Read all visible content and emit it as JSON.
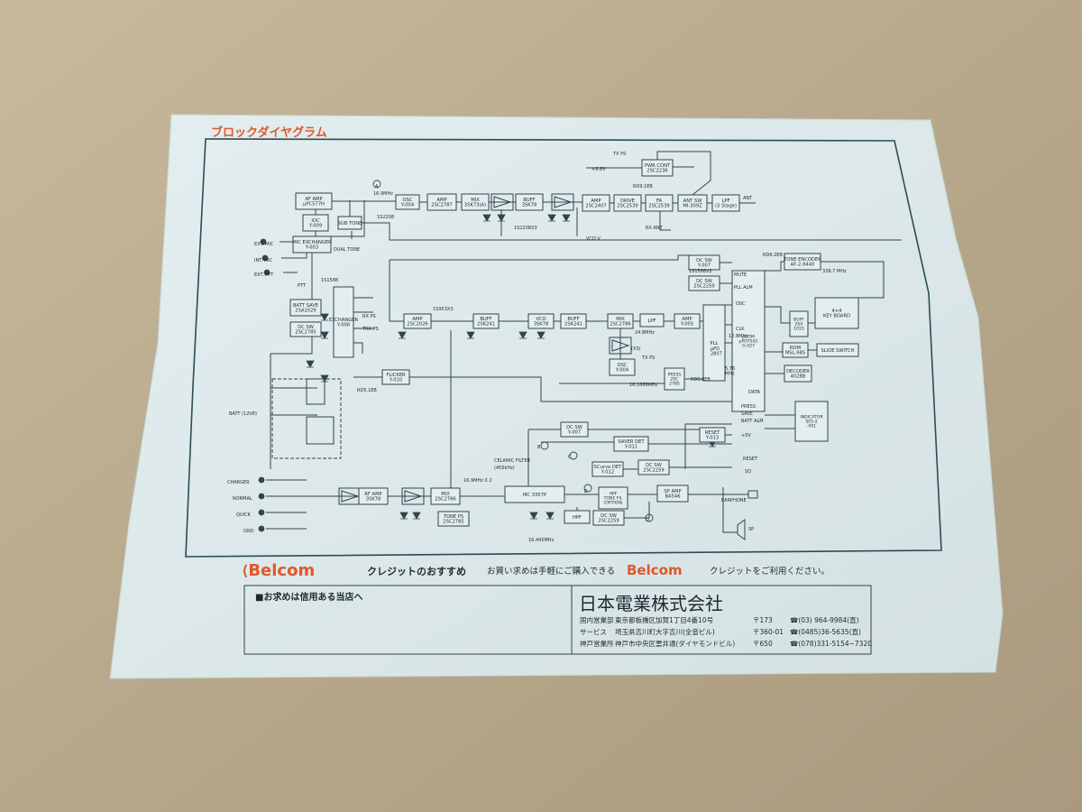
{
  "colors": {
    "background": "#b8a98f",
    "paper": "#dce8ea",
    "line": "#34434a",
    "accent": "#e0572a"
  },
  "title": "ブロックダイヤグラム",
  "blocks": [
    {
      "id": "af_amp",
      "label": "AF AMP\nμPC577H"
    },
    {
      "id": "osc_top",
      "label": "OSC\nY-004"
    },
    {
      "id": "amp_top",
      "label": "AMP\n2SC2787"
    },
    {
      "id": "mix_top",
      "label": "MIX\n3SK73(A)"
    },
    {
      "id": "buff_top",
      "label": "BUFF\n3SK78"
    },
    {
      "id": "amp2_top",
      "label": "AMP\n2SC2407"
    },
    {
      "id": "drive",
      "label": "DRIVE\n2SC2539"
    },
    {
      "id": "fa",
      "label": "FA\n2SC2539"
    },
    {
      "id": "ant_sw",
      "label": "ANT SW\nMI-309Z"
    },
    {
      "id": "lpf_top",
      "label": "LPF\n(3 Stage)"
    },
    {
      "id": "pwr_cont",
      "label": "PWR CONT\n2SC2236"
    },
    {
      "id": "idc",
      "label": "IDC\nY-009"
    },
    {
      "id": "sub_tone",
      "label": "SUB TONE"
    },
    {
      "id": "mic_exchanger",
      "label": "MIC EXCHANGER\nY-003"
    },
    {
      "id": "batt_save",
      "label": "BATT SAVE\n2SA1029"
    },
    {
      "id": "dc_sw_batt",
      "label": "DC SW\n2SC2785"
    },
    {
      "id": "exchanger",
      "label": "EXCHANGER\nY-006"
    },
    {
      "id": "amp_rx1",
      "label": "AMP\n2SC2026"
    },
    {
      "id": "buff_rx1",
      "label": "BUFF\n2SK241"
    },
    {
      "id": "vco",
      "label": "VCO\n3SK78"
    },
    {
      "id": "buff_rx2",
      "label": "BUFF\n2SK241"
    },
    {
      "id": "mix_rx",
      "label": "MIX\n2SC2786"
    },
    {
      "id": "lpf_rx",
      "label": "LPF"
    },
    {
      "id": "amp_rx2",
      "label": "AMP\nY-005"
    },
    {
      "id": "osc_rx",
      "label": "OSC\nY-004"
    },
    {
      "id": "pll",
      "label": "PLL"
    },
    {
      "id": "dc_sw_1",
      "label": "DC SW\nY-007"
    },
    {
      "id": "dc_sw_2",
      "label": "DC SW\n2SC2259"
    },
    {
      "id": "press",
      "label": "PRESS\n2SC\n2785"
    },
    {
      "id": "mcom",
      "label": "μCOM\nμPD7502\nG-027"
    },
    {
      "id": "tone_encoder",
      "label": "TONE ENCODER\nAF-2-9440"
    },
    {
      "id": "buff_key",
      "label": "BUFF\n2SA\n1015"
    },
    {
      "id": "key_board",
      "label": "4×4\nKEY BOARD"
    },
    {
      "id": "rom",
      "label": "ROM\nMSL-985"
    },
    {
      "id": "slide_switch",
      "label": "SLIDE SWITCH"
    },
    {
      "id": "decoder",
      "label": "DECODER\n4028B"
    },
    {
      "id": "flicker",
      "label": "FLICKER\nY-010"
    },
    {
      "id": "indicator",
      "label": "INDICATOR\nSES-2\n-001"
    },
    {
      "id": "dc_sw_3",
      "label": "DC SW\nY-007"
    },
    {
      "id": "saver_det",
      "label": "SAVER DET\nY-011"
    },
    {
      "id": "reset",
      "label": "RESET\nY-013"
    },
    {
      "id": "squelch_det",
      "label": "SCurve DET\nY-012"
    },
    {
      "id": "dc_sw_4",
      "label": "DC SW\n2SC2259"
    },
    {
      "id": "rf_amp",
      "label": "RF AMP\n3SK78"
    },
    {
      "id": "mix_bottom",
      "label": "MIX\n2SC2786"
    },
    {
      "id": "mc3357p",
      "label": "MC 3357P"
    },
    {
      "id": "hpf_tone",
      "label": "HPF\nTONE FIL\n(OPTION)"
    },
    {
      "id": "sp_amp",
      "label": "SP AMP\nBA546"
    },
    {
      "id": "hpf",
      "label": "HPF"
    },
    {
      "id": "dc_sw_5",
      "label": "DC SW\n2SC2259"
    },
    {
      "id": "tone_ps",
      "label": "TONE PS\n2SC2785"
    }
  ],
  "labels": {
    "tx_ps": "TX PS",
    "plus9v": "+9.6V",
    "rx_ant": "RX ANT",
    "ant": "ANT",
    "vco_v": "VCO V",
    "ext_mic": "EXT. MIC",
    "int_mic": "INT. MIC",
    "ext_ptt": "EXT. PTT",
    "ptt": "PTT",
    "dual_tone": "DUAL TONE",
    "batt": "BATT (12V8)",
    "charger": "CHARGER",
    "normal": "NORMAL",
    "quick": "QUICK",
    "gnd": "GND",
    "earphone": "EARPHONE",
    "sp": "SP",
    "celamic_filter": "CELAMIC FILTER",
    "filter_freq": "(455kHz)",
    "freq_16_9": "16.9MHz",
    "freq_16_9x2": "16.9MHz X 2",
    "freq_16_445": "16.445MHz",
    "freq_12_8": "12.8MHz",
    "freq_24": "24.8MHz",
    "xtal_tag": "(X3)",
    "diode_1s2208": "1S2208",
    "diode_1s2208x3": "1S2208X3",
    "diode_1s1588": "1S1588",
    "diode_1s1588x2": "1S1588X2",
    "diode_1s953x3": "1S953X3",
    "rd6_2eb": "RD6.2EB",
    "rd9_1eb": "RD9.1EB",
    "rd5_1eb": "RD5.1EB",
    "rd6_8eb": "RD6.8EB",
    "mute": "MUTE",
    "pll_alm": "PLL ALM",
    "osc": "OSC",
    "clk": "CLK",
    "data": "DATA",
    "press": "PRESS",
    "save": "SAVE",
    "batt_alm": "BATT ALM",
    "plus5v": "+5V",
    "reset": "RESET",
    "sq": "SQ",
    "tx_pd": "TX PS",
    "rx_ps": "RX PS",
    "trx_ps": "TRX PS",
    "freq_338": "338.7 MHz",
    "pll_mhz": "μPD\n2807",
    "mhz_label": "5.76\nMHz",
    "ph_15666": "16.1666MHz",
    "n_b": "B",
    "n_c": "C",
    "n_d": "D",
    "n_a": "A",
    "n_b2": "B"
  },
  "footer": {
    "brand": "Belcom",
    "credit_title": "クレジットのおすすめ",
    "credit_text": "お買い求めは手軽にご購入できる",
    "credit_brand": "Belcom",
    "credit_suffix": "クレジットをご利用ください。",
    "shop_heading": "■お求めは信用ある当店へ",
    "company_name": "日本電業株式会社",
    "offices": [
      {
        "name": "国内営業部",
        "address": "東京都板橋区加賀1丁目4番10号",
        "zip": "〒173",
        "phone": "☎(03) 964-9984(直)"
      },
      {
        "name": "サービス",
        "address": "埼玉県吉川町大字吉川(全音ビル)",
        "zip": "〒360-01",
        "phone": "☎(0485)36-5635(直)"
      },
      {
        "name": "神戸営業所",
        "address": "神戸市中央区雲井通(ダイヤモンドビル)",
        "zip": "〒650",
        "phone": "☎(078)331-5154~7320"
      }
    ]
  }
}
